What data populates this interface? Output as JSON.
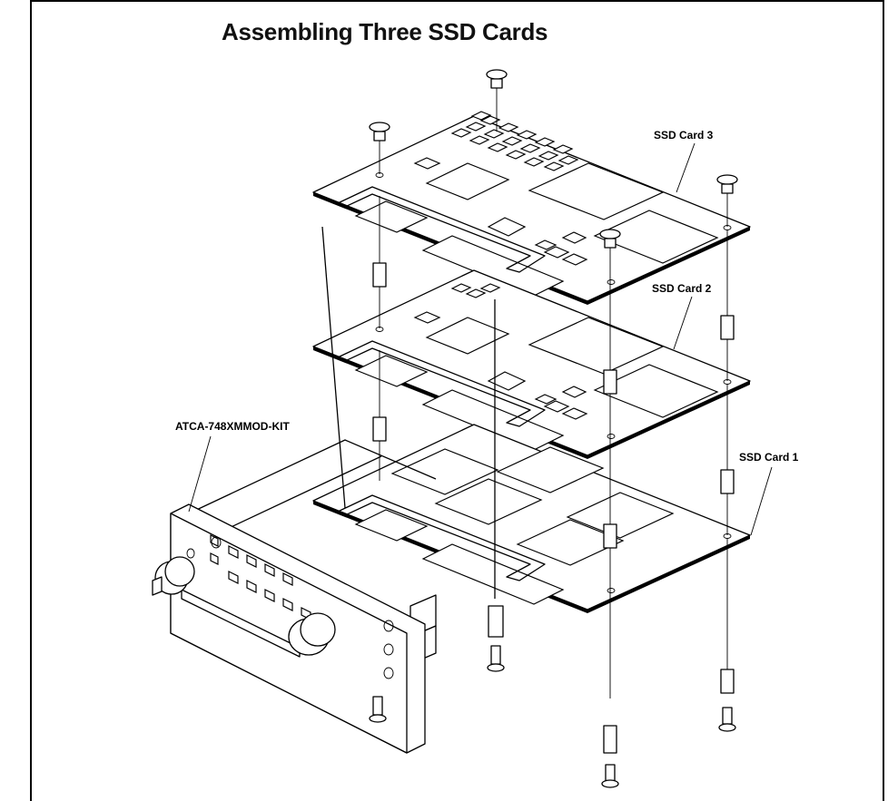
{
  "diagram": {
    "title": "Assembling Three SSD Cards",
    "labels": {
      "card3": "SSD Card 3",
      "card2": "SSD Card 2",
      "card1": "SSD Card 1",
      "kit": "ATCA-748XMMOD-KIT"
    }
  }
}
